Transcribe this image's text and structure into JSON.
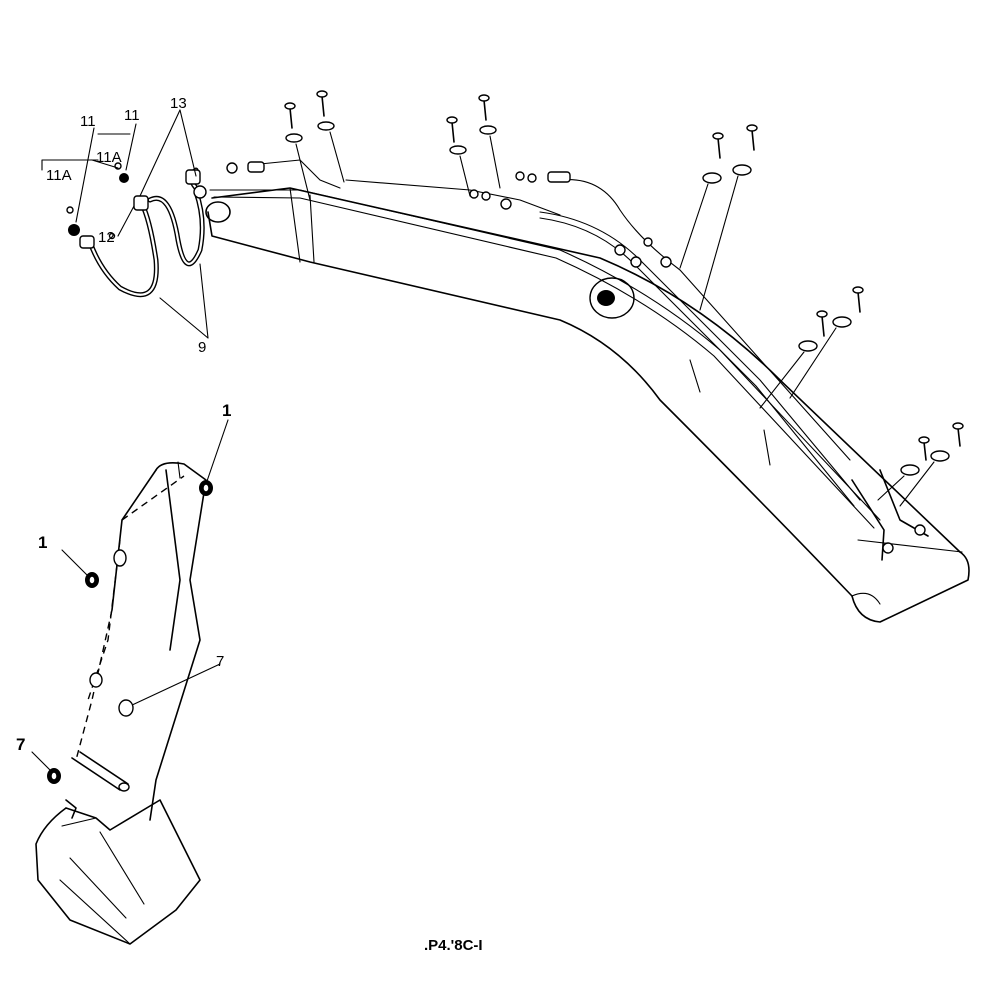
{
  "callouts": {
    "c11_left": "11",
    "c11_right": "11",
    "c11A_left": "11A",
    "c11A_right": "11A",
    "c12": "12",
    "c13": "13",
    "c9": "9",
    "c1_top": "1",
    "c1_left": "1",
    "c7_mid": "7",
    "c7_left": "7"
  },
  "figure_code": ".P4.'8C-I"
}
